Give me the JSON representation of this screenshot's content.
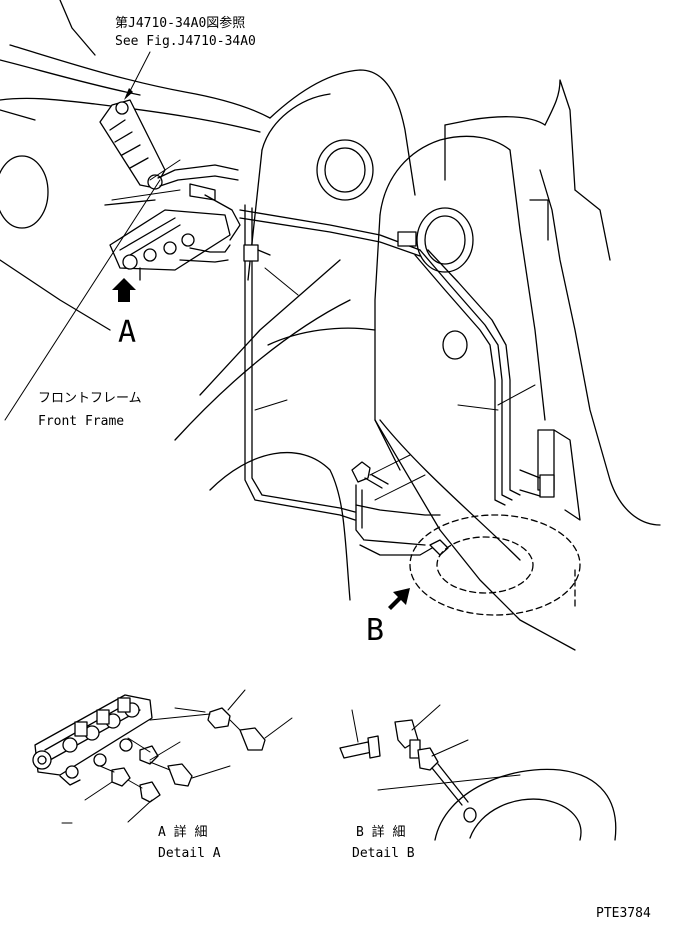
{
  "labels": {
    "reference_jp": "第J4710-34A0図参照",
    "reference_en": "See Fig.J4710-34A0",
    "view_a": "A",
    "view_b": "B",
    "front_frame_jp": "フロントフレーム",
    "front_frame_en": "Front Frame",
    "detail_a_jp": "A 詳 細",
    "detail_a_en": "Detail A",
    "detail_b_jp": "B 詳 細",
    "detail_b_en": "Detail B",
    "drawing_number": "PTE3784"
  }
}
